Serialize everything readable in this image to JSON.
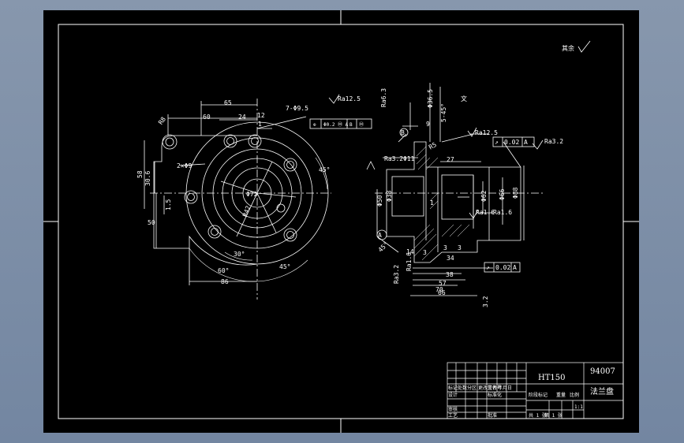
{
  "drawing": {
    "general_note": "其余"
  },
  "front_view": {
    "dims": [
      "65",
      "60",
      "24",
      "12",
      "1",
      "58",
      "30.6",
      "1.5",
      "50",
      "R8",
      "2×Φ9",
      "Φ72",
      "R42",
      "45°",
      "30°",
      "45°",
      "60°",
      "86",
      "7-Φ9.5"
    ],
    "roughness": "Ra12.5",
    "position_tolerance": [
      "⊕",
      "Φ0.2 Ⓜ A",
      "B",
      "Ⓜ"
    ]
  },
  "section_view": {
    "dims": [
      "Ra6.3",
      "Φ36.5",
      "5-45°",
      "9",
      "R5",
      "Ra3.2",
      "Φ11",
      "27",
      "Φ50",
      "Φ38",
      "1",
      "Φ62",
      "Φ66",
      "Φ88",
      "Ra1.6",
      "45°",
      "Ra1.6",
      "14",
      "3",
      "3",
      "3",
      "34",
      "38",
      "57",
      "70",
      "66",
      "Ra3.2",
      "3.2",
      "A",
      "B",
      "文"
    ],
    "roughness": [
      "Ra12.5",
      "Ra3.2",
      "Ra1.6"
    ],
    "runout_top": [
      "↗",
      "0.02",
      "A"
    ],
    "runout_bottom": [
      "↗",
      "0.02",
      "A"
    ]
  },
  "title_block": {
    "material": "HT150",
    "drawing_number": "94007",
    "part_name": "法兰盘",
    "cells": [
      "标记",
      "处数",
      "分区",
      "更改文件号",
      "签名",
      "年月日",
      "",
      "",
      "设计",
      "标准化",
      "",
      "审核",
      "",
      "工艺",
      "批准",
      "阶段标记",
      "重量",
      "比例",
      "1:1",
      "共 1 张",
      "第 1 张",
      ""
    ]
  }
}
